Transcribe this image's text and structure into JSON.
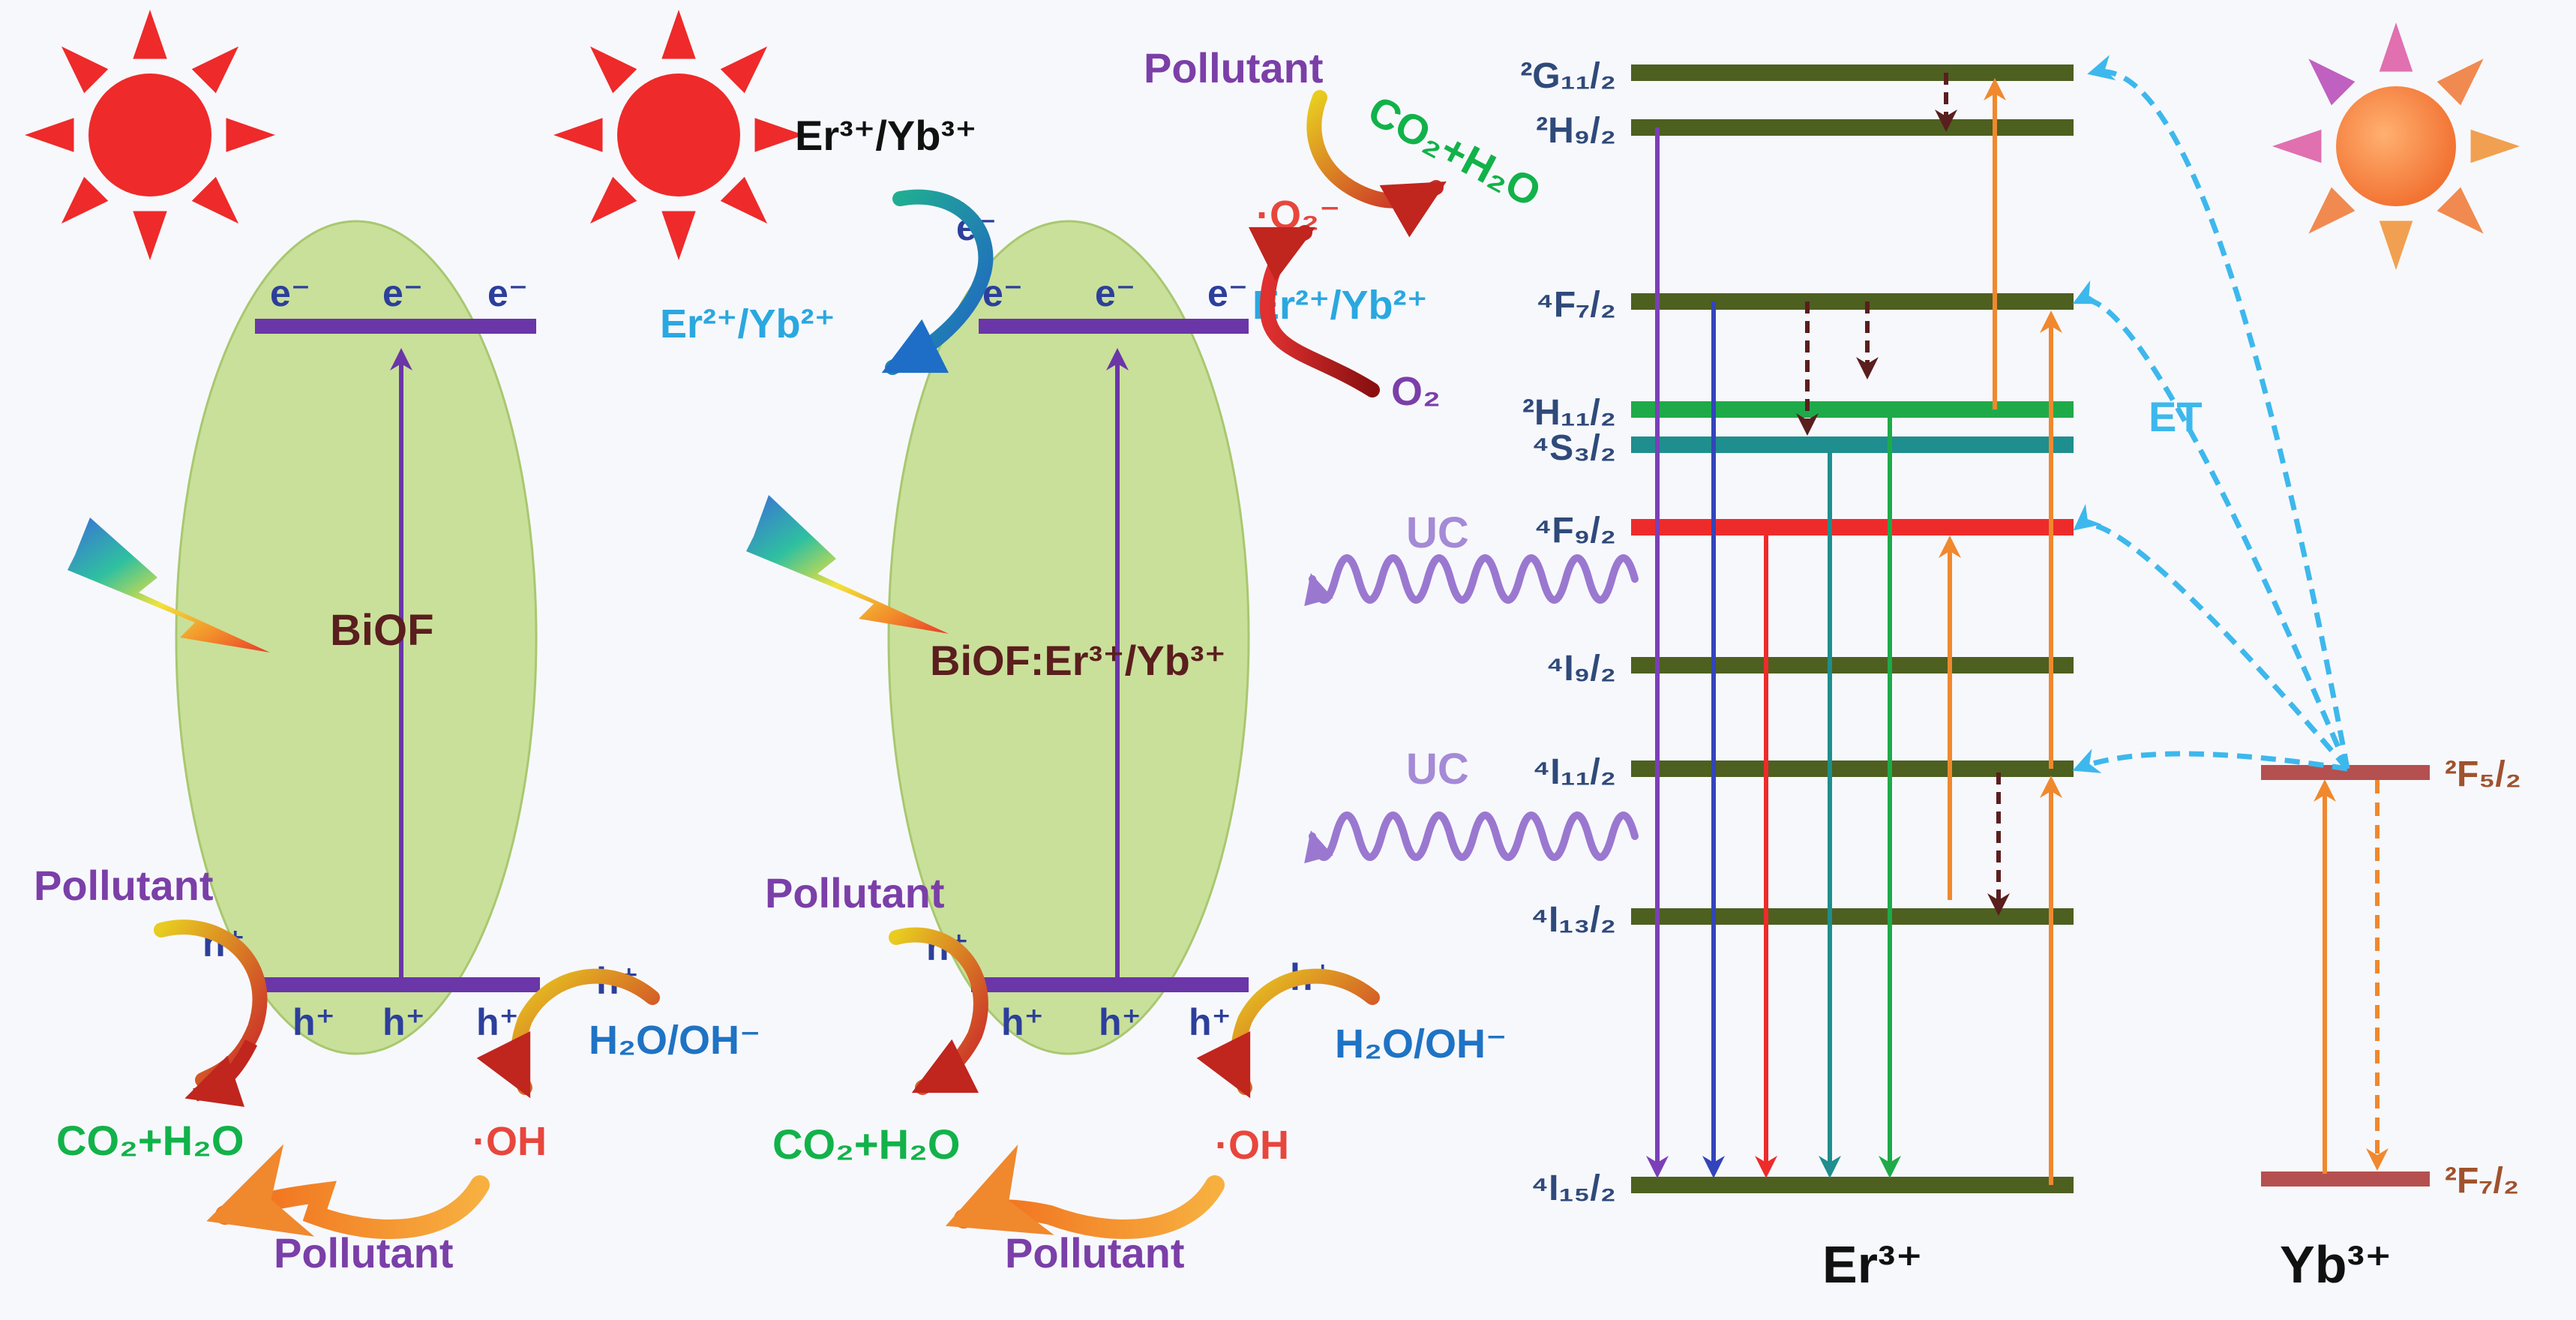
{
  "colors": {
    "background": "#f7f8fc",
    "ellipse_fill": "#c9e09a",
    "band": "#6a36a8",
    "electron_text": "#2c3f9b",
    "pollutant_text": "#7b3fa8",
    "product_text": "#12b24a",
    "water_text": "#1f73c4",
    "radical_text": "#e8463c",
    "ion_text": "#2aa8e0",
    "level_line": "#4d6020",
    "level_label": "#2f4a7a",
    "yb_line": "#b55050",
    "yb_label": "#a0522d",
    "et_arrow": "#3db8ec",
    "uc_text": "#a58ad6",
    "pump_arrow": "#f0882e"
  },
  "left_particle": {
    "name_label": "BiOF",
    "electrons": [
      "e⁻",
      "e⁻",
      "e⁻"
    ],
    "holes": [
      "h⁺",
      "h⁺",
      "h⁺"
    ],
    "surface_hole": "h⁺",
    "surface_hole_right": "h⁺",
    "pollutant_top": "Pollutant",
    "pollutant_bottom": "Pollutant",
    "water": "H₂O/OH⁻",
    "radical": "·OH",
    "product": "CO₂+H₂O"
  },
  "middle_particle": {
    "name_label": "BiOF:Er³⁺/Yb³⁺",
    "dopant_ions": "Er³⁺/Yb³⁺",
    "reduced_ions_left": "Er²⁺/Yb²⁺",
    "reduced_ions_right": "Er²⁺/Yb²⁺",
    "electrons": [
      "e⁻",
      "e⁻",
      "e⁻"
    ],
    "surface_electron": "e⁻",
    "superoxide": "·O₂⁻",
    "oxygen": "O₂",
    "pollutant_upper": "Pollutant",
    "upper_product": "CO₂+H₂O",
    "holes": [
      "h⁺",
      "h⁺",
      "h⁺"
    ],
    "surface_hole": "h⁺",
    "surface_hole_right": "h⁺",
    "pollutant_top": "Pollutant",
    "pollutant_bottom": "Pollutant",
    "water": "H₂O/OH⁻",
    "radical": "·OH",
    "product": "CO₂+H₂O"
  },
  "energy_diagram": {
    "uc_labels": [
      "UC",
      "UC"
    ],
    "et_label": "ET",
    "er_ion_label": "Er³⁺",
    "yb_ion_label": "Yb³⁺",
    "er_levels": [
      {
        "term": "²G₁₁/₂",
        "color": "#4d6020"
      },
      {
        "term": "²H₉/₂",
        "color": "#4d6020"
      },
      {
        "term": "⁴F₇/₂",
        "color": "#4d6020"
      },
      {
        "term": "²H₁₁/₂",
        "color": "#1faa4a"
      },
      {
        "term": "⁴S₃/₂",
        "color": "#1f8e8e"
      },
      {
        "term": "⁴F₉/₂",
        "color": "#ee2b2b"
      },
      {
        "term": "⁴I₉/₂",
        "color": "#4d6020"
      },
      {
        "term": "⁴I₁₁/₂",
        "color": "#4d6020"
      },
      {
        "term": "⁴I₁₃/₂",
        "color": "#4d6020"
      },
      {
        "term": "⁴I₁₅/₂",
        "color": "#4d6020"
      }
    ],
    "emission_colors": [
      "#7b3fb8",
      "#3344bb",
      "#ee2b2b",
      "#1f8e8e",
      "#1faa4a"
    ],
    "yb_levels": [
      {
        "term": "²F₅/₂"
      },
      {
        "term": "²F₇/₂"
      }
    ]
  }
}
